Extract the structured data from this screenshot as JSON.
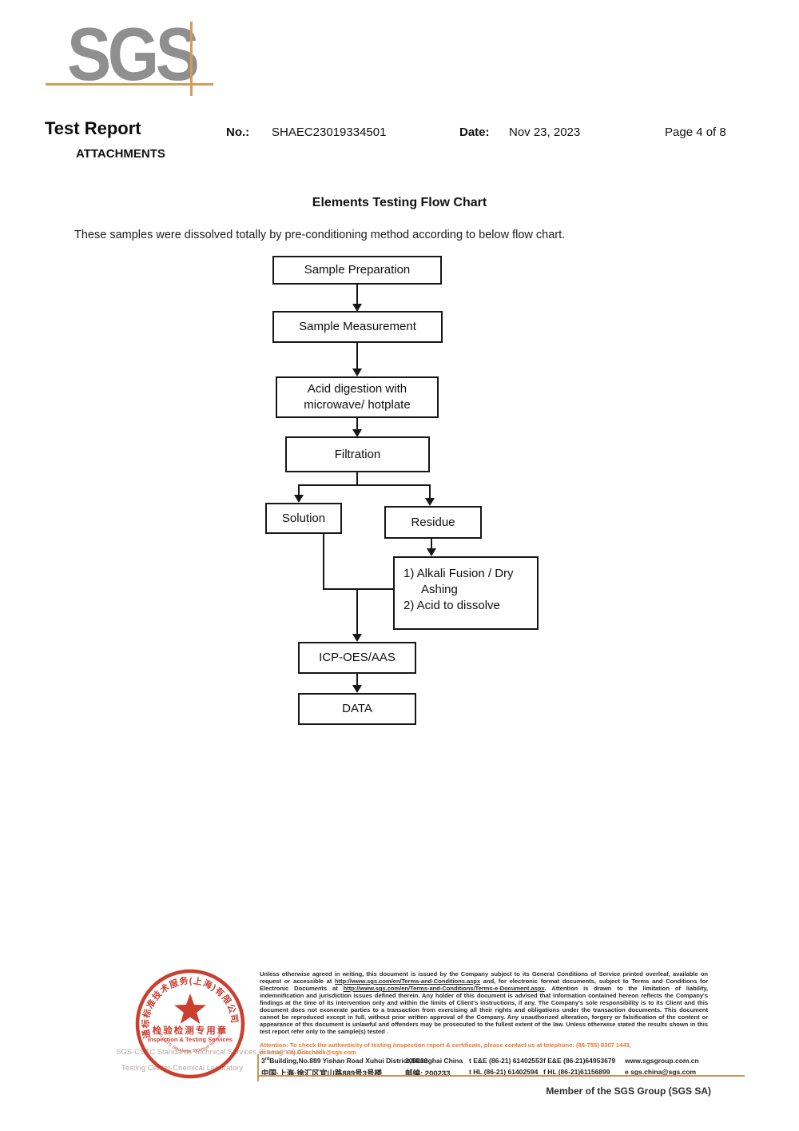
{
  "colors": {
    "logo_gray": "#8f8f8f",
    "accent_orange": "#cf9455",
    "attention_orange": "#e8772e",
    "stamp_red": "#c93524"
  },
  "header": {
    "logo": "SGS",
    "title": "Test Report",
    "no_label": "No.:",
    "no_value": "SHAEC23019334501",
    "date_label": "Date:",
    "date_value": "Nov 23, 2023",
    "page_label": "Page 4 of 8",
    "attachments": "ATTACHMENTS"
  },
  "content": {
    "title": "Elements Testing Flow Chart",
    "intro": "These samples were dissolved totally by pre-conditioning method according to below flow chart."
  },
  "flowchart": {
    "sample_preparation": "Sample Preparation",
    "sample_measurement": "Sample Measurement",
    "acid_digestion_l1": "Acid digestion with",
    "acid_digestion_l2": "microwave/ hotplate",
    "filtration": "Filtration",
    "solution": "Solution",
    "residue": "Residue",
    "alkali_l1": "1) Alkali Fusion / Dry",
    "alkali_l2": "Ashing",
    "alkali_l3": "2) Acid to dissolve",
    "icp": "ICP-OES/AAS",
    "data": "DATA"
  },
  "footer": {
    "company_l1": "SGS-CSTC Standards Technical Services (Shanghai) Co.,Ltd.",
    "company_l2": "Testing Center-Chemical Laboratory",
    "stamp": {
      "arc": "通标标准技术服务(上海)有限公司",
      "inner_arc": "SGS-CSTC Standards Technical Services (Shanghai) Co.,Ltd.",
      "cn": "检验检测专用章",
      "en": "Inspection & Testing Services"
    },
    "legal": {
      "seg1": "Unless otherwise agreed in writing, this document is issued by the Company subject to its General Conditions of Service printed overleaf, available on request or accessible at ",
      "link1": "http://www.sgs.com/en/Terms-and-Conditions.aspx",
      "seg2": " and, for electronic format documents, subject to Terms and Conditions for Electronic Documents at ",
      "link2": "http://www.sgs.com/en/Terms-and-Conditions/Terms-e-Document.aspx",
      "seg3": ". Attention is drawn to the limitation of liability, indemnification and jurisdiction issues defined therein. Any holder of this document is advised that information contained hereon reflects the Company's findings at the time of its intervention only and within the limits of Client's instructions, if any. The Company's sole responsibility is to its Client and this document does not exonerate parties to a transaction from exercising all their rights and obligations under the transaction documents. This document cannot be reproduced except in full, without prior written approval of the Company. Any unauthorized alteration, forgery or falsification of the content or appearance of this document is unlawful and offenders may be prosecuted to the fullest extent of the law. Unless otherwise stated the results shown in this test report refer only to the sample(s) tested ."
    },
    "attention_l1": "Attention: To check the authenticity of testing /inspection report & certificate, please contact us at telephone: (86-755) 8307 1443,",
    "attention_l2": "or email: CN.Doccheck@sgs.com",
    "address": {
      "en_num": "3",
      "en_sup": "rd",
      "en_rest": "Building,No.889 Yishan Road Xuhui District,Shanghai China",
      "en_postal": "200233",
      "tel1": "t E&E (86-21) 61402553",
      "fax1": "f E&E (86-21)64953679",
      "web": "www.sgsgroup.com.cn",
      "cn_addr": "中国·上海·徐汇区宜山路889号3号楼",
      "cn_postal": "邮编: 200233",
      "tel2": "t HL (86-21) 61402594",
      "fax2": "f HL (86-21)61156899",
      "email": "e sgs.china@sgs.com"
    },
    "member": "Member of the SGS Group (SGS SA)"
  }
}
